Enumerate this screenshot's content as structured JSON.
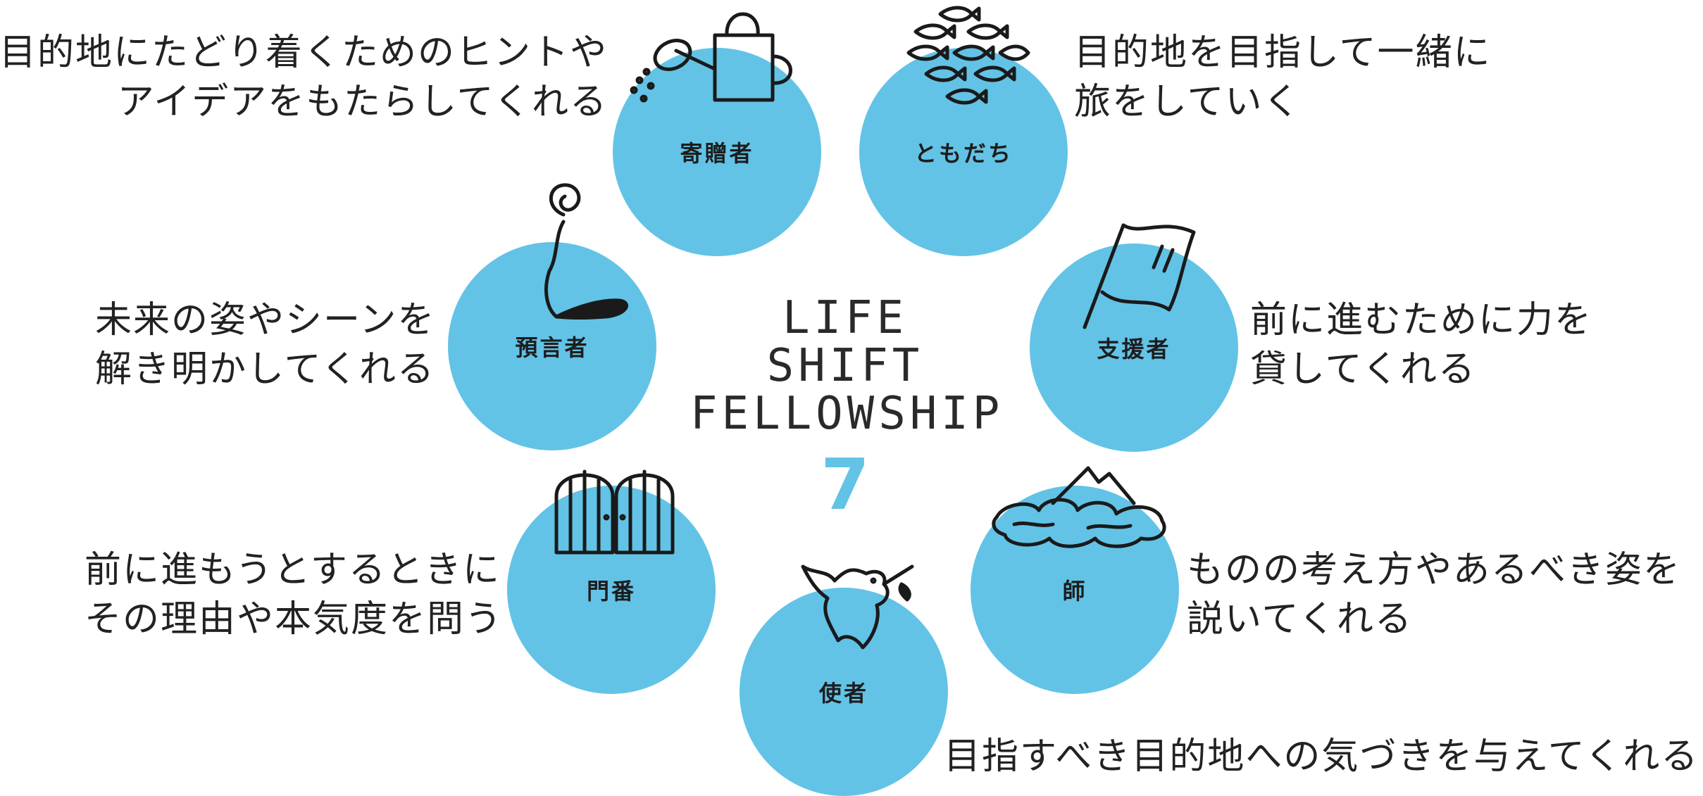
{
  "diagram": {
    "title_lines": [
      "LIFE",
      "SHIFT",
      "FELLOWSHIP"
    ],
    "number": "7",
    "colors": {
      "circle": "#62c3e6",
      "text": "#222222"
    },
    "roles": [
      {
        "name": "寄贈者",
        "icon": "watering-can-icon",
        "lines": [
          "目的地にたどり着くためのヒントや",
          "アイデアをもたらしてくれる"
        ]
      },
      {
        "name": "ともだち",
        "icon": "school-of-fish-icon",
        "lines": [
          "目的地を目指して一緒に",
          "旅をしていく"
        ]
      },
      {
        "name": "預言者",
        "icon": "smoke-spiral-icon",
        "lines": [
          "未来の姿やシーンを",
          "解き明かしてくれる"
        ]
      },
      {
        "name": "支援者",
        "icon": "flag-icon",
        "lines": [
          "前に進むために力を",
          "貸してくれる"
        ]
      },
      {
        "name": "門番",
        "icon": "arched-gate-icon",
        "lines": [
          "前に進もうとするときに",
          "その理由や本気度を問う"
        ]
      },
      {
        "name": "師",
        "icon": "mountain-clouds-icon",
        "lines": [
          "ものの考え方やあるべき姿を",
          "説いてくれる"
        ]
      },
      {
        "name": "使者",
        "icon": "dove-icon",
        "lines": [
          "目指すべき目的地への気づきを与えてくれる"
        ]
      }
    ]
  }
}
